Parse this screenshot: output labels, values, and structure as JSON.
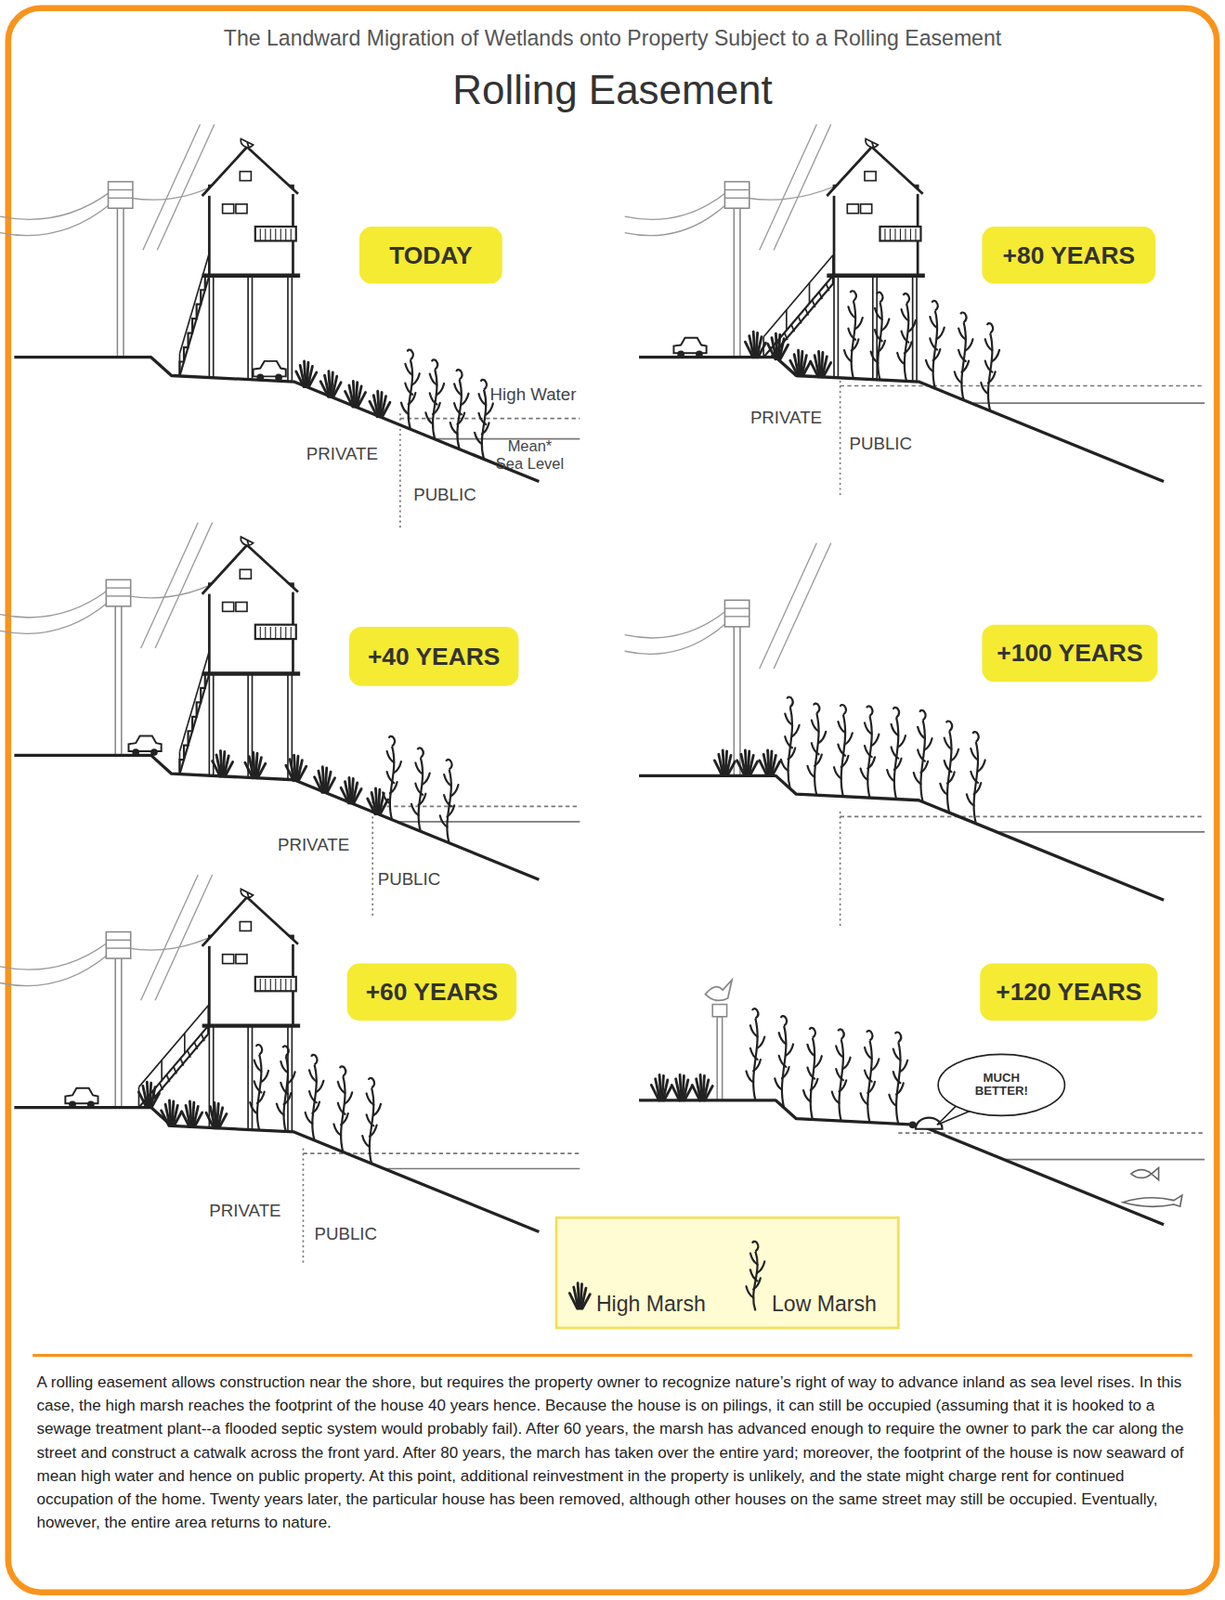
{
  "diagram": {
    "title": "Rolling Easement",
    "caption": "A rolling easement allows construction near the shore, but requires the property owner to recognize nature’s right of way to advance inland as sea level rises. In this case, the high marsh reaches the footprint of the house 40 years hence. Because the house is on pilings, it can still be occupied (assuming that it is hooked to a sewage treatment plant--a flooded septic system would probably fail). After 60 years, the marsh has advanced enough to require the owner to park the car along the street and construct a catwalk across the front yard. After 80 years, the march has taken over the entire yard; moreover, the footprint of the house is now seaward of mean high water and hence on public property. At this point, additional reinvestment in the property is unlikely, and the state might charge rent for continued occupation of the home. Twenty years later, the particular house has been removed, although other houses on the same street may still be occupied. Eventually, however, the entire area returns to nature.",
    "nodes": [
      {
        "text": [
          "TODAY"
        ]
      },
      {
        "text": [
          "+80 YEARS"
        ]
      },
      {
        "text": [
          "+40 YEARS"
        ]
      },
      {
        "text": [
          "+100 YEARS"
        ]
      },
      {
        "text": [
          "+60 YEARS"
        ]
      },
      {
        "text": [
          "+120 YEARS"
        ]
      },
      {
        "text": [
          "MUCH BETTER!"
        ]
      }
    ],
    "labels": [
      "The Landward Migration of Wetlands onto Property Subject to a Rolling Easement",
      "High Water",
      "Mean* Sea Level",
      "PRIVATE",
      "PUBLIC",
      "PRIVATE",
      "PUBLIC",
      "PRIVATE",
      "PUBLIC",
      "PRIVATE",
      "PUBLIC"
    ],
    "legend": [
      {
        "text": "High Marsh"
      },
      {
        "text": "Low Marsh"
      }
    ]
  }
}
